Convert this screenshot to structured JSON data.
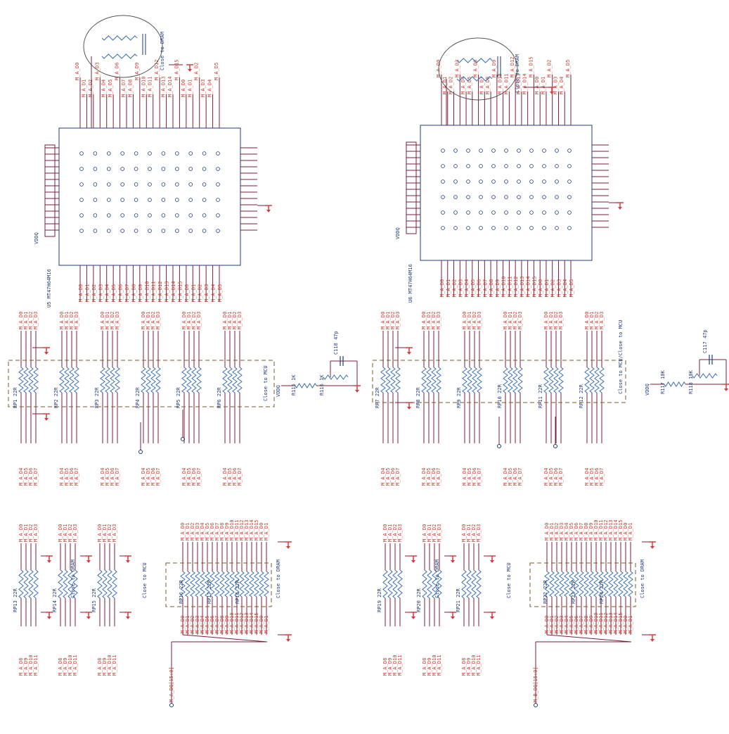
{
  "sheet": {
    "colors": {
      "wire": "#7b1f3a",
      "net_label": "#c0392b",
      "component": "#1f3a7a",
      "resistor": "#3a6fb0",
      "dashed_box": "#7a5a2a",
      "ground": "#d04040"
    },
    "memory_chips": [
      {
        "ref": "U5",
        "part": "MT47H64M16",
        "vref_net": "VDDQ",
        "note": "Close to DRAM"
      },
      {
        "ref": "U6",
        "part": "MT47H64M16",
        "vref_net": "VDDQ",
        "note": "Close to DRAM"
      }
    ],
    "notes": {
      "close_to_dram": "Close to DRAM",
      "close_to_mcu": "Close to MCU",
      "close_to_mcu_long": "Close to MCU/Close to MCU"
    },
    "vref_dividers": [
      {
        "r_top": "R115",
        "r_bottom": "R116",
        "r_value": "1K",
        "cap": "C118",
        "cap_value": "47p",
        "net": "VDDQ"
      },
      {
        "r_top": "R117",
        "r_bottom": "R118",
        "r_value": "10K",
        "cap": "C117",
        "cap_value": "47p",
        "net": "VDDQ"
      }
    ],
    "termination_networks": {
      "row_mid_left": [
        "RP1",
        "RP2",
        "RP3",
        "RP4",
        "RP5",
        "RP6"
      ],
      "row_mid_right": [
        "RP7",
        "RP8",
        "RP9",
        "RP10",
        "RP11",
        "RP12"
      ],
      "row_bottom_left": [
        "RP13",
        "RP14",
        "RP15",
        "RP16",
        "RP17",
        "RP18"
      ],
      "row_bottom_right": [
        "RP19",
        "RP20",
        "RP21",
        "RP22",
        "RP23",
        "RP24"
      ],
      "value": "22R"
    },
    "net_prefix": "M_A_D",
    "bus_labels": {
      "left": "M_A_DQ[15:0]",
      "right": "M_B_DQ[15:0]"
    }
  }
}
